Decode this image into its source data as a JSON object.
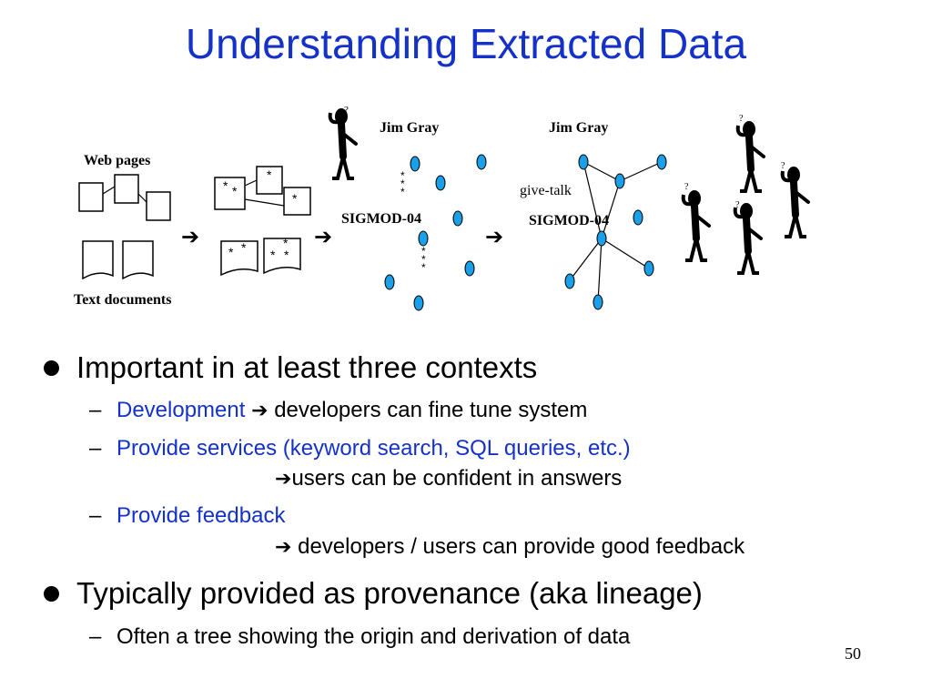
{
  "slide": {
    "title": "Understanding Extracted Data",
    "page_number": "50"
  },
  "diagram": {
    "web_pages_label": "Web pages",
    "text_documents_label": "Text documents",
    "entity_label_1": "Jim Gray",
    "entity_label_2": "Jim Gray",
    "conference_label_1": "SIGMOD-04",
    "conference_label_2": "SIGMOD-04",
    "edge_label": "give-talk",
    "arrow_glyph": "➔",
    "star_glyph": "*",
    "question_glyph": "?",
    "node_color": "#1aa0e8"
  },
  "bullets": [
    {
      "text": "Important in at least three contexts",
      "sub": [
        {
          "highlight": "Development",
          "rest": "developers can fine tune system"
        },
        {
          "highlight": "Provide services (keyword search, SQL queries, etc.)",
          "rest": "users can be confident in answers"
        },
        {
          "highlight": "Provide feedback",
          "rest": "developers / users can provide good feedback"
        }
      ]
    },
    {
      "text": "Typically provided as provenance (aka lineage)",
      "sub": [
        {
          "highlight": "",
          "rest": "Often a tree showing the origin and derivation of data"
        }
      ]
    }
  ]
}
